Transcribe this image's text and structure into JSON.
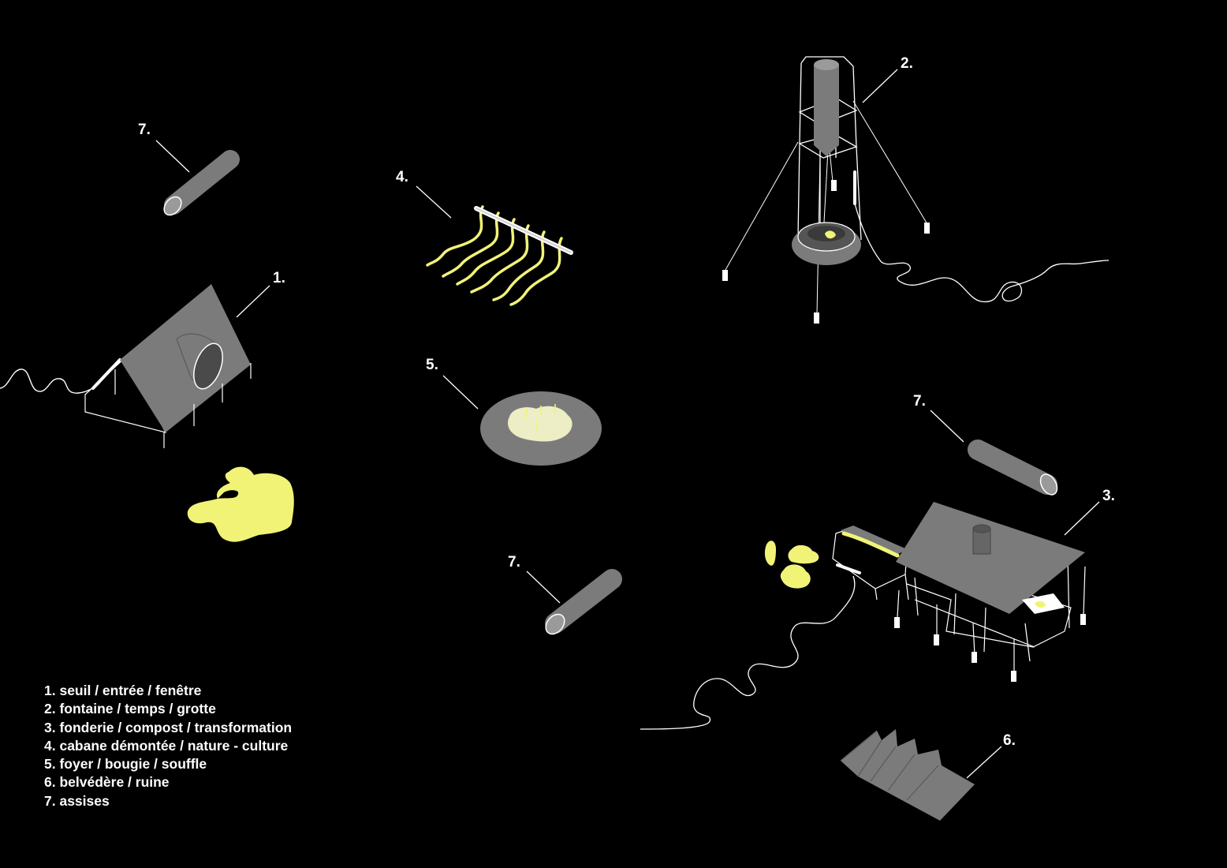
{
  "colors": {
    "background": "#000000",
    "object_grey": "#7b7b7b",
    "line": "#ffffff",
    "accent_yellow": "#f1f377"
  },
  "labels": {
    "l1": "1.",
    "l2": "2.",
    "l3": "3.",
    "l4": "4.",
    "l5": "5.",
    "l6": "6.",
    "l7a": "7.",
    "l7b": "7.",
    "l7c": "7."
  },
  "legend": {
    "items": [
      "1. seuil / entrée / fenêtre",
      "2. fontaine / temps / grotte",
      "3. fonderie / compost / transformation",
      "4. cabane démontée / nature - culture",
      "5. foyer / bougie / souffle",
      "6. belvédère / ruine",
      "7. assises"
    ]
  }
}
